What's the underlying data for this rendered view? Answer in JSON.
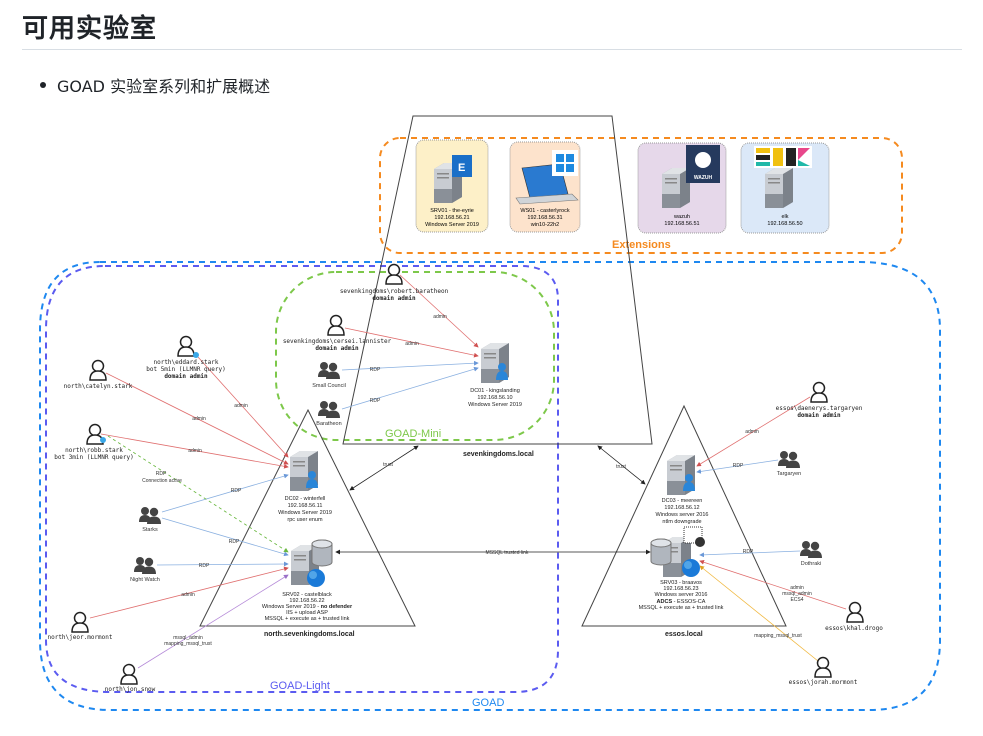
{
  "page": {
    "heading": "可用实验室",
    "bullet": "GOAD 实验室系列和扩展概述"
  },
  "diagram": {
    "groups": {
      "extensions": "Extensions",
      "goad": "GOAD",
      "goad_light": "GOAD-Light",
      "goad_mini": "GOAD-Mini"
    },
    "domains": {
      "sevenkingdoms": "sevenkingdoms.local",
      "north": "north.sevenkingdoms.local",
      "essos": "essos.local"
    },
    "extensions": [
      {
        "lines": [
          "SRV01 - the-eyrie",
          "192.168.56.21",
          "Windows Server 2019"
        ],
        "logo": "exchange-logo",
        "color": "#fdf0c8"
      },
      {
        "lines": [
          "WS01 - casterlyrock",
          "192.168.56.31",
          "win10-22h2"
        ],
        "logo": "windows-logo",
        "color": "#fde3cc"
      },
      {
        "lines": [
          "wazuh",
          "192.168.56.51"
        ],
        "logo": "wazuh-logo",
        "color": "#e6d8ea"
      },
      {
        "lines": [
          "elk",
          "192.168.56.50"
        ],
        "logo": "elk-logo",
        "color": "#dbe8f8"
      }
    ],
    "servers": {
      "dc01": [
        "DC01 - kingslanding",
        "192.168.56.10",
        "Windows Server 2019"
      ],
      "dc02": [
        "DC02 - winterfell",
        "192.168.56.11",
        "Windows Server 2019",
        "rpc user enum"
      ],
      "srv02": {
        "l1": "SRV02 - castelblack",
        "l2": "192.168.56.22",
        "l3a": "Windows Server 2019 - ",
        "l3b": "no defender",
        "l4": "IIS + upload ASP",
        "l5": "MSSQL + execute as + trusted link"
      },
      "dc03": [
        "DC03 - meereen",
        "192.168.56.12",
        "Windows server 2016",
        "ntlm downgrade"
      ],
      "srv03": {
        "l1": "SRV03 - braavos",
        "l2": "192.168.56.23",
        "l3": "Windows server 2016",
        "l4a": "ADCS",
        "l4b": " - ESSOS-CA",
        "l5": "MSSQL + execute as + trusted link"
      }
    },
    "users": {
      "robert": {
        "name": "sevenkingdoms\\robert.baratheon",
        "role": "domain admin"
      },
      "cersei": {
        "name": "sevenkingdoms\\cersei.lannister",
        "role": "domain admin"
      },
      "eddard": {
        "name": "north\\eddard.stark",
        "extra": "bot 5min (LLMNR query)",
        "role": "domain admin"
      },
      "catelyn": {
        "name": "north\\catelyn.stark"
      },
      "robb": {
        "name": "north\\robb.stark",
        "extra": "bot 3min (LLMNR query)"
      },
      "jeor": {
        "name": "north\\jeor.mormont"
      },
      "jon": {
        "name": "north\\jon.snow"
      },
      "daenerys": {
        "name": "essos\\daenerys.targaryen",
        "role": "domain admin"
      },
      "khal": {
        "name": "essos\\khal.drogo"
      },
      "jorah": {
        "name": "essos\\jorah.mormont"
      }
    },
    "groups_people": {
      "small_council": "Small Council",
      "baratheon": "Baratheon",
      "starks": "Starks",
      "night_watch": "Night Watch",
      "targaryen": "Targaryen",
      "dothraki": "Dothraki"
    },
    "edge_labels": {
      "admin": "admin",
      "rdp": "RDP",
      "trust": "trust",
      "rdp_active_1": "RDP",
      "rdp_active_2": "Connection active",
      "mssql_link": "MSSQL trusted link",
      "mssql_admin": "mssql_admin",
      "mapping_trust": "mapping_mssql_trust",
      "khal_1": "admin",
      "khal_2": "mssql_admin",
      "khal_3": "ECS4"
    },
    "colors": {
      "extensions": "#f58a1f",
      "goad": "#1e88f0",
      "goad_light": "#5b5bf0",
      "goad_mini": "#7dc84a",
      "admin_edge": "#e07070",
      "rdp_edge": "#8ab0e0",
      "mssql_edge": "#b58ad8",
      "jorah_edge": "#f0b840"
    }
  }
}
